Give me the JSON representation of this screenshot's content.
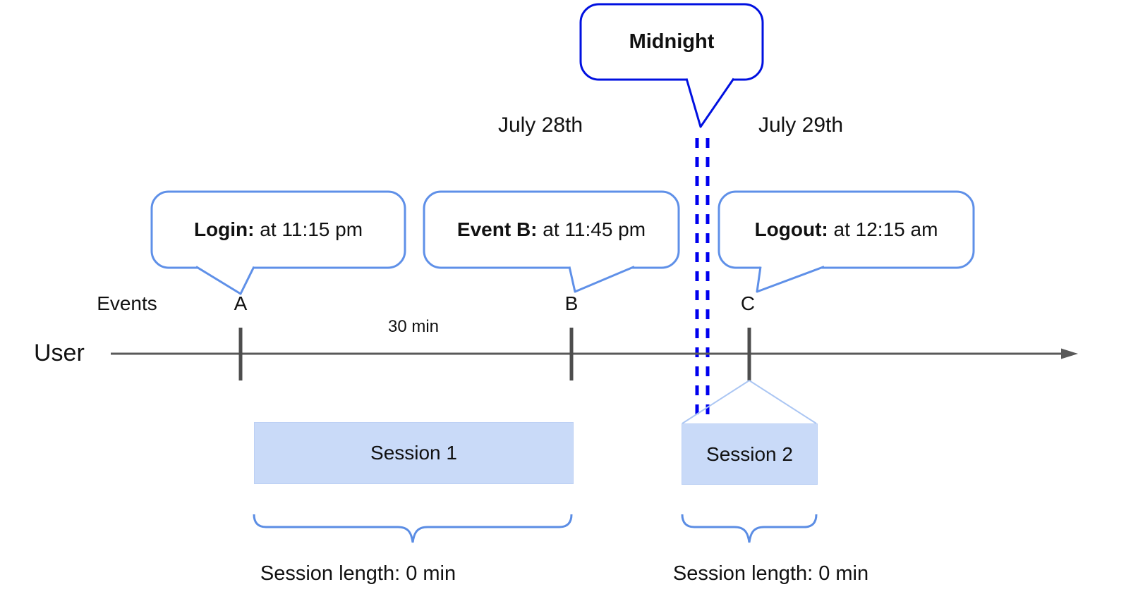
{
  "colors": {
    "callout_border": "#5f90e8",
    "midnight_border": "#0010e0",
    "dashed_line": "#0000ee",
    "session_fill": "#c9daf8",
    "brace": "#5b8de4",
    "axis": "#595959",
    "text": "#111111"
  },
  "midnight_callout": {
    "label": "Midnight"
  },
  "date_labels": {
    "left": "July 28th",
    "right": "July 29th"
  },
  "event_callouts": [
    {
      "event": "A",
      "title": "Login:",
      "detail": "at 11:15 pm"
    },
    {
      "event": "B",
      "title": "Event B:",
      "detail": "at 11:45 pm"
    },
    {
      "event": "C",
      "title": "Logout:",
      "detail": "at 12:15 am"
    }
  ],
  "timeline": {
    "actor_label": "User",
    "events_label": "Events",
    "interval_label": "30 min",
    "markers": [
      "A",
      "B",
      "C"
    ]
  },
  "sessions": [
    {
      "label": "Session 1",
      "length_label": "Session length: 0 min"
    },
    {
      "label": "Session 2",
      "length_label": "Session length: 0 min"
    }
  ]
}
